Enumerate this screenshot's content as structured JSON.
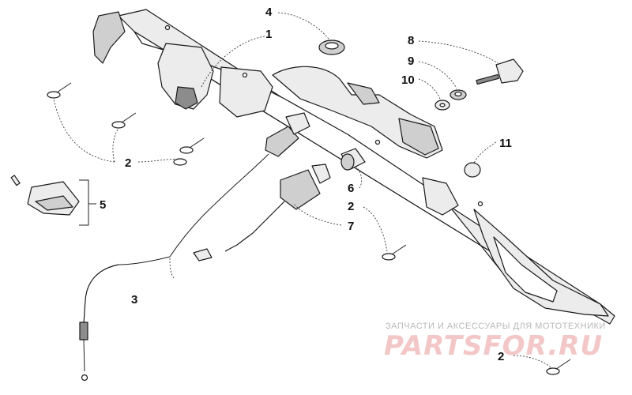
{
  "callouts": {
    "c1": "1",
    "c2a": "2",
    "c2b": "2",
    "c2c": "2",
    "c3": "3",
    "c4": "4",
    "c5": "5",
    "c6": "6",
    "c7": "7",
    "c8": "8",
    "c9": "9",
    "c10": "10",
    "c11": "11"
  },
  "watermark": {
    "tagline": "ЗАПЧАСТИ И АКСЕССУАРЫ ДЛЯ МОТОТЕХНИКИ",
    "logo": "PARTSFOR.RU"
  },
  "colors": {
    "line": "#1a1a1a",
    "watermark_logo": "#f3c7c7",
    "watermark_text": "#b9b9b9"
  }
}
